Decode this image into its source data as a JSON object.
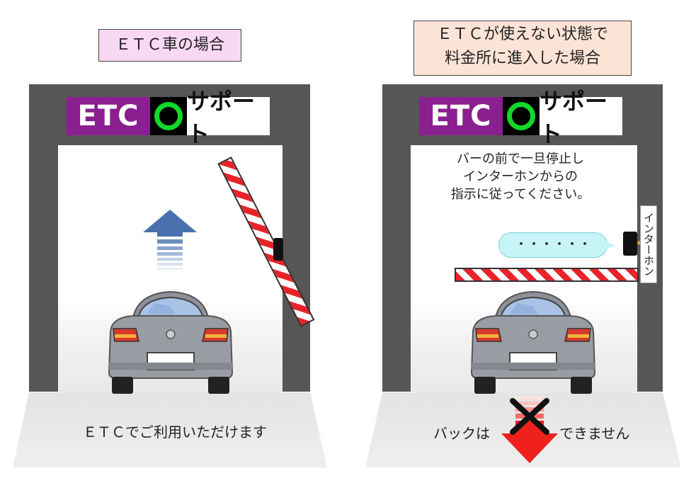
{
  "left": {
    "title": "ＥＴＣ車の場合",
    "title_bg": "#f9d8f3",
    "sign": {
      "etc": "ETC",
      "support": "サポート"
    },
    "floor_text": "ＥＴＣでご利用いただけます"
  },
  "right": {
    "title_line1": "ＥＴＣが使えない状態で",
    "title_line2": "料金所に進入した場合",
    "title_bg": "#fbe3d6",
    "sign": {
      "etc": "ETC",
      "support": "サポート"
    },
    "message_line1": "バーの前で一旦停止し",
    "message_line2": "インターホンからの",
    "message_line3": "指示に従ってください。",
    "bubble_text": "・・・・・・",
    "intercom_label": "インターホン",
    "floor_left": "バックは",
    "floor_right": "できません"
  },
  "colors": {
    "gate": "#565656",
    "etc_purple": "#8a1f8f",
    "ok_green": "#12d82a",
    "bar_red": "#e8242a",
    "arrow_blue": "#4a6fae",
    "arrow_red": "#f0201c",
    "car_gray": "#9a9ca3"
  },
  "icons": {
    "go_arrow": "up-arrow-icon",
    "no_back_arrow": "down-arrow-icon",
    "prohibit": "cross-icon"
  }
}
